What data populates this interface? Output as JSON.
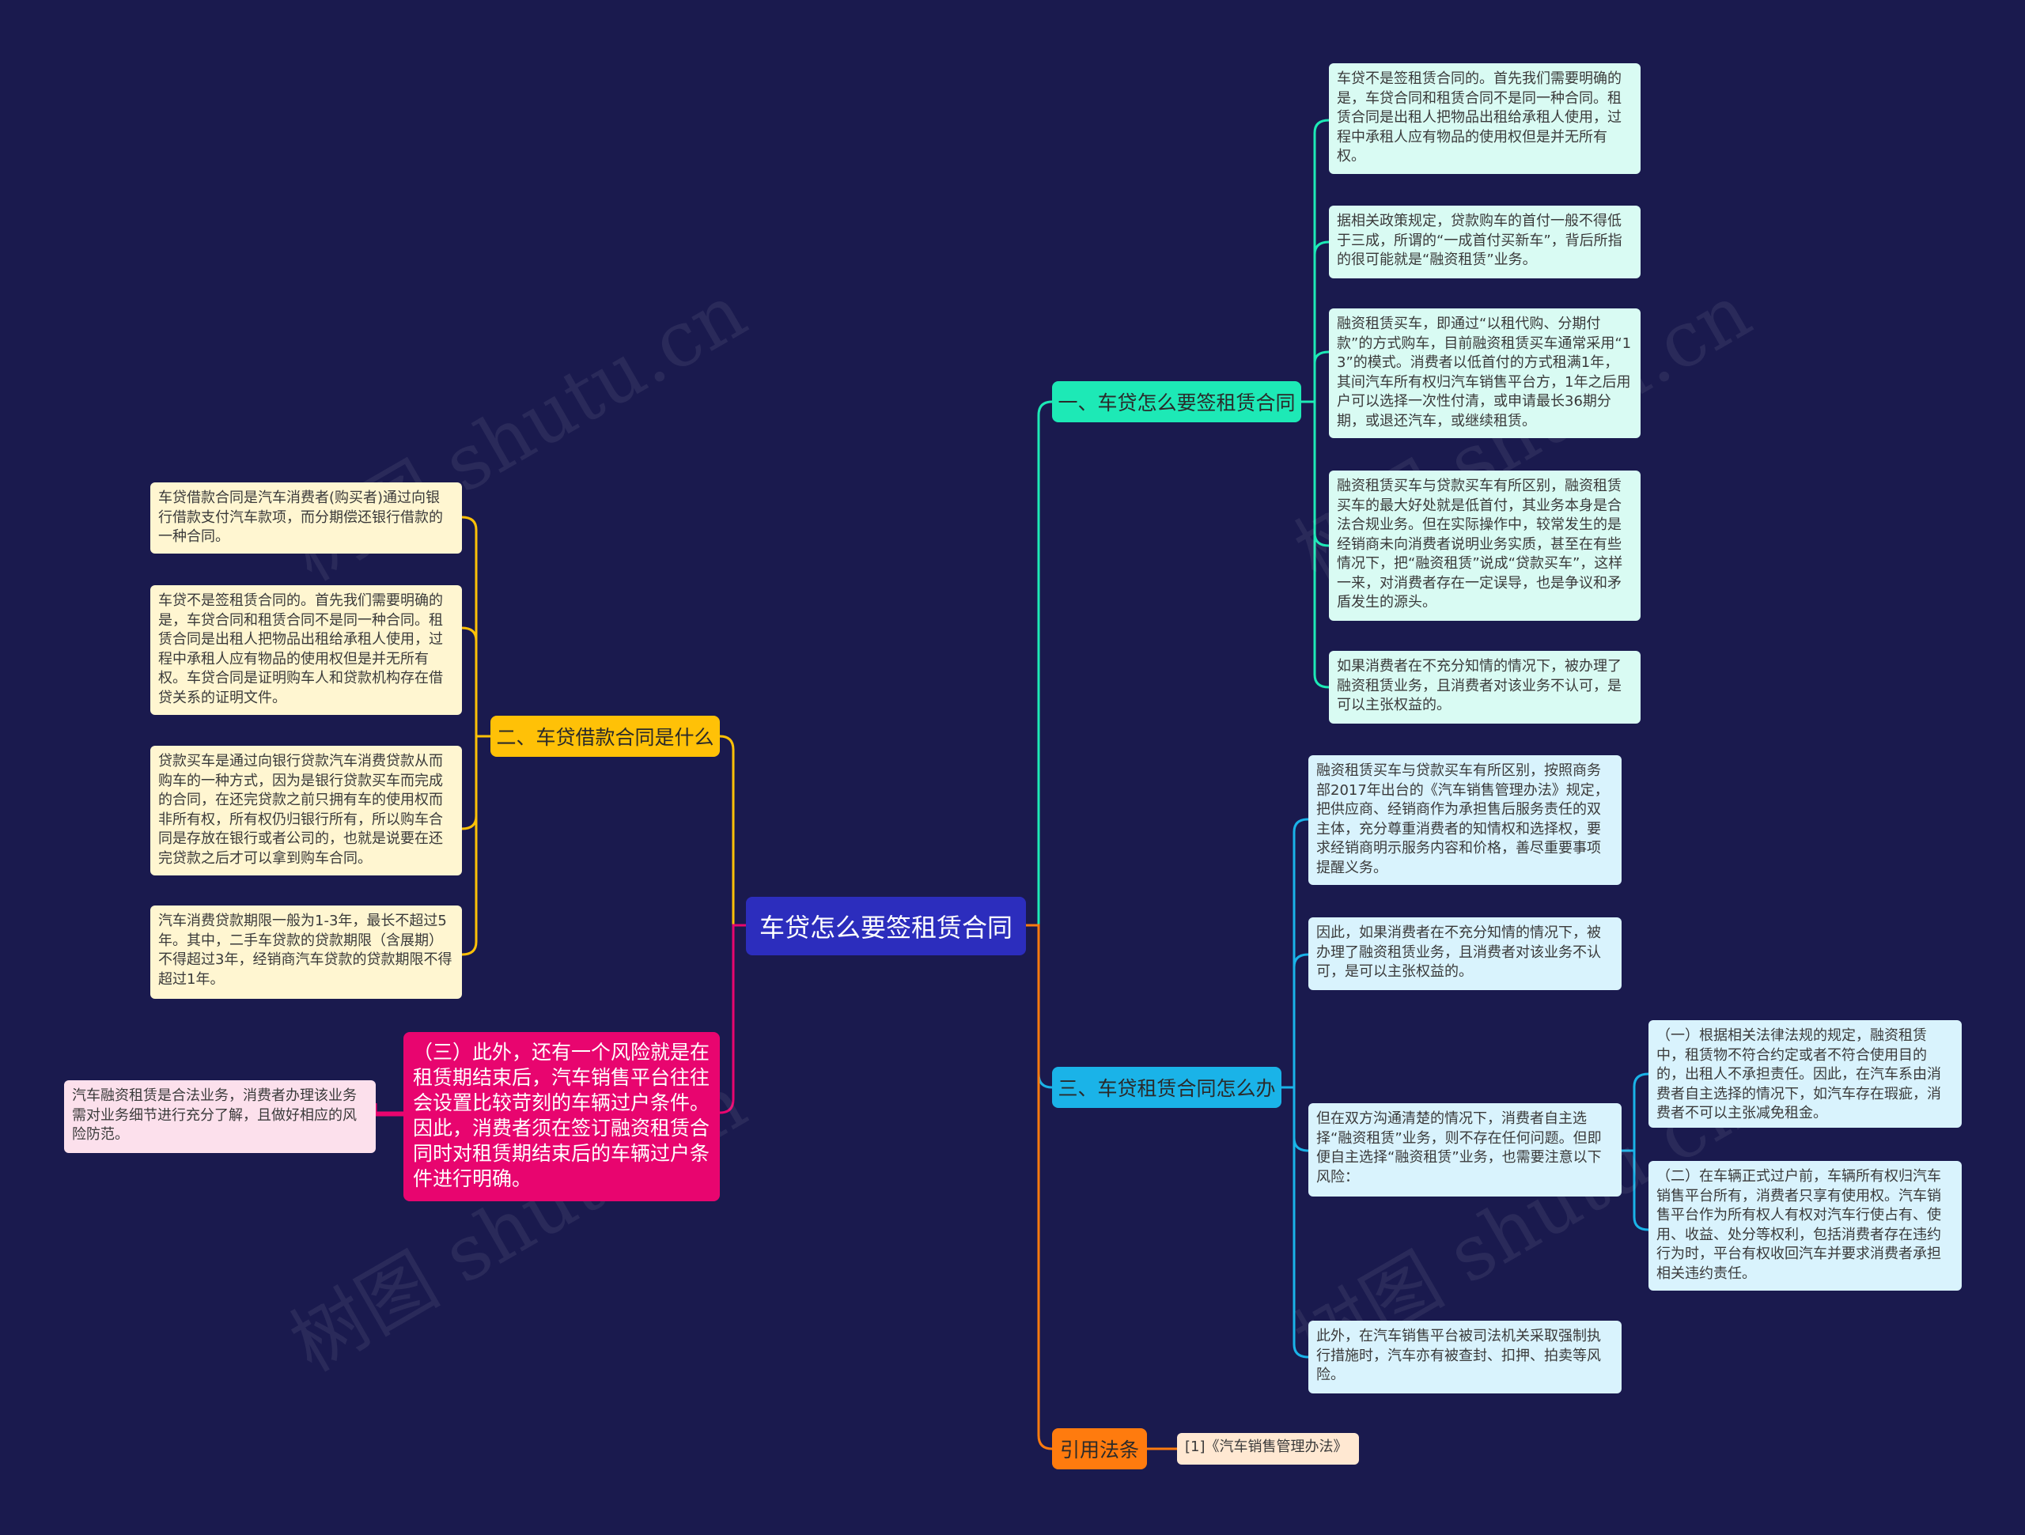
{
  "root": {
    "label": "车贷怎么要签租赁合同"
  },
  "watermark": {
    "text": "树图 shutu.cn"
  },
  "branches": {
    "b1": {
      "label": "一、车贷怎么要签租赁合同",
      "leaves": [
        "车贷不是签租赁合同的。首先我们需要明确的是，车贷合同和租赁合同不是同一种合同。租赁合同是出租人把物品出租给承租人使用，过程中承租人应有物品的使用权但是并无所有权。",
        "据相关政策规定，贷款购车的首付一般不得低于三成，所谓的“一成首付买新车”，背后所指的很可能就是“融资租赁”业务。",
        "融资租赁买车，即通过“以租代购、分期付款”的方式购车，目前融资租赁买车通常采用“1 3”的模式。消费者以低首付的方式租满1年，其间汽车所有权归汽车销售平台方，1年之后用户可以选择一次性付清，或申请最长36期分期，或退还汽车，或继续租赁。",
        "融资租赁买车与贷款买车有所区别，融资租赁买车的最大好处就是低首付，其业务本身是合法合规业务。但在实际操作中，较常发生的是经销商未向消费者说明业务实质，甚至在有些情况下，把“融资租赁”说成“贷款买车”，这样一来，对消费者存在一定误导，也是争议和矛盾发生的源头。",
        "如果消费者在不充分知情的情况下，被办理了融资租赁业务，且消费者对该业务不认可，是可以主张权益的。"
      ]
    },
    "b2": {
      "label": "二、车贷借款合同是什么",
      "leaves": [
        "车贷借款合同是汽车消费者(购买者)通过向银行借款支付汽车款项，而分期偿还银行借款的一种合同。",
        "车贷不是签租赁合同的。首先我们需要明确的是，车贷合同和租赁合同不是同一种合同。租赁合同是出租人把物品出租给承租人使用，过程中承租人应有物品的使用权但是并无所有权。车贷合同是证明购车人和贷款机构存在借贷关系的证明文件。",
        "贷款买车是通过向银行贷款汽车消费贷款从而购车的一种方式，因为是银行贷款买车而完成的合同，在还完贷款之前只拥有车的使用权而非所有权，所有权仍归银行所有，所以购车合同是存放在银行或者公司的，也就是说要在还完贷款之后才可以拿到购车合同。",
        "汽车消费贷款期限一般为1-3年，最长不超过5年。其中，二手车贷款的贷款期限（含展期）不得超过3年，经销商汽车贷款的贷款期限不得超过1年。"
      ]
    },
    "b3": {
      "label": "（三）此外，还有一个风险就是在租赁期结束后，汽车销售平台往往会设置比较苛刻的车辆过户条件。因此，消费者须在签订融资租赁合同时对租赁期结束后的车辆过户条件进行明确。",
      "leaves": [
        "汽车融资租赁是合法业务，消费者办理该业务需对业务细节进行充分了解，且做好相应的风险防范。"
      ]
    },
    "b4": {
      "label": "三、车贷租赁合同怎么办",
      "leaves": [
        "融资租赁买车与贷款买车有所区别，按照商务部2017年出台的《汽车销售管理办法》规定，把供应商、经销商作为承担售后服务责任的双主体，充分尊重消费者的知情权和选择权，要求经销商明示服务内容和价格，善尽重要事项提醒义务。",
        "因此，如果消费者在不充分知情的情况下，被办理了融资租赁业务，且消费者对该业务不认可，是可以主张权益的。",
        "但在双方沟通清楚的情况下，消费者自主选择“融资租赁”业务，则不存在任何问题。但即便自主选择“融资租赁”业务，也需要注意以下风险：",
        "此外，在汽车销售平台被司法机关采取强制执行措施时，汽车亦有被查封、扣押、拍卖等风险。"
      ],
      "subleaves": [
        "（一）根据相关法律法规的规定，融资租赁中，租赁物不符合约定或者不符合使用目的的，出租人不承担责任。因此，在汽车系由消费者自主选择的情况下，如汽车存在瑕疵，消费者不可以主张减免租金。",
        "（二）在车辆正式过户前，车辆所有权归汽车销售平台所有，消费者只享有使用权。汽车销售平台作为所有权人有权对汽车行使占有、使用、收益、处分等权利，包括消费者存在违约行为时，平台有权收回汽车并要求消费者承担相关违约责任。"
      ]
    },
    "b5": {
      "label": "引用法条",
      "leaves": [
        "[1]《汽车销售管理办法》"
      ]
    }
  },
  "colors": {
    "background": "#1a1a4e",
    "root": "#2c2dbd",
    "b1": "#1de9b6",
    "b2": "#ffc107",
    "b3": "#e8056f",
    "b4": "#1ab3e8",
    "b5": "#ff7b0e"
  }
}
